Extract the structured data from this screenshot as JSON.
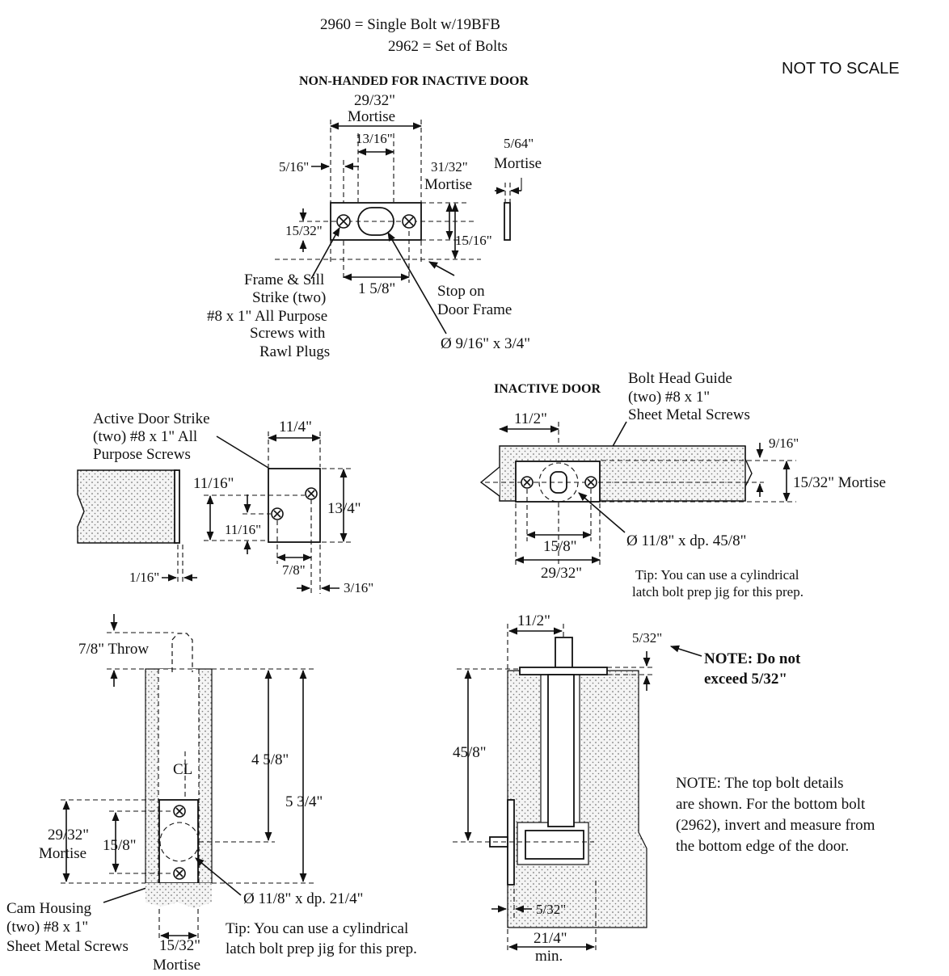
{
  "header": {
    "line1": "2960 = Single Bolt w/19BFB",
    "line2": "2962 = Set of Bolts",
    "scale_note": "NOT TO SCALE"
  },
  "strike_view": {
    "title": "NON-HANDED FOR INACTIVE DOOR",
    "dim_mortise_width": "29/32\"",
    "dim_mortise_width_label": "Mortise",
    "dim_slot": "13/16\"",
    "dim_edge": "5/16\"",
    "dim_mortise_height": "31/32\"",
    "dim_mortise_height_label": "Mortise",
    "dim_depth": "5/64\"",
    "dim_depth_label": "Mortise",
    "dim_offset": "15/32\"",
    "dim_stop": "15/16\"",
    "dim_screw_spacing": "1 5/8\"",
    "callout_strike": [
      "Frame & Sill",
      "Strike (two)",
      "#8 x 1\" All Purpose",
      "Screws with",
      "Rawl Plugs"
    ],
    "callout_stop": [
      "Stop on",
      "Door Frame"
    ],
    "callout_hole": "Ø 9/16\" x 3/4\""
  },
  "active_door": {
    "callout": [
      "Active Door Strike",
      "(two) #8 x 1\" All",
      "Purpose Screws"
    ],
    "dim_width": "11/4\"",
    "dim_height": "13/4\"",
    "dim_top": "11/16\"",
    "dim_screw_gap": "11/16\"",
    "dim_screw_x": "7/8\"",
    "dim_inset": "1/16\"",
    "dim_side": "3/16\""
  },
  "inactive_door": {
    "title": "INACTIVE DOOR",
    "callout": [
      "Bolt Head Guide",
      "(two) #8 x 1\"",
      "Sheet Metal Screws"
    ],
    "dim_centerline": "11/2\"",
    "dim_edge": "9/16\"",
    "dim_mortise": "15/32\" Mortise",
    "dim_hole": "Ø 11/8\" x dp. 45/8\"",
    "dim_screw_spacing": "15/8\"",
    "dim_mortise_width": "29/32\"",
    "tip": [
      "Tip: You can use a cylindrical",
      "latch bolt prep jig for this prep."
    ]
  },
  "front_elevation": {
    "dim_throw": "7/8\" Throw",
    "centerline_mark": "CL",
    "dim_bolt_depth": "4 5/8\"",
    "dim_total": "5 3/4\"",
    "dim_mortise": "29/32\"",
    "dim_mortise_label": "Mortise",
    "dim_screws": "15/8\"",
    "dim_hole": "Ø 11/8\" x dp. 21/4\"",
    "callout_housing": [
      "Cam Housing",
      "(two) #8 x 1\"",
      "Sheet Metal Screws"
    ],
    "dim_bottom_mortise": "15/32\"",
    "dim_bottom_mortise_label": "Mortise",
    "tip": [
      "Tip: You can use a cylindrical",
      "latch bolt prep jig for this prep."
    ]
  },
  "section_view": {
    "dim_centerline": "11/2\"",
    "dim_flange": "5/32\"",
    "note_title": "NOTE: Do not",
    "note_value": "exceed 5/32\"",
    "dim_depth": "45/8\"",
    "dim_face": "5/32\"",
    "dim_min": "21/4\"",
    "dim_min_label": "min.",
    "note": [
      "NOTE:  The top bolt details",
      "are shown. For the bottom bolt",
      "(2962), invert and measure from",
      "the bottom edge of the door."
    ]
  }
}
